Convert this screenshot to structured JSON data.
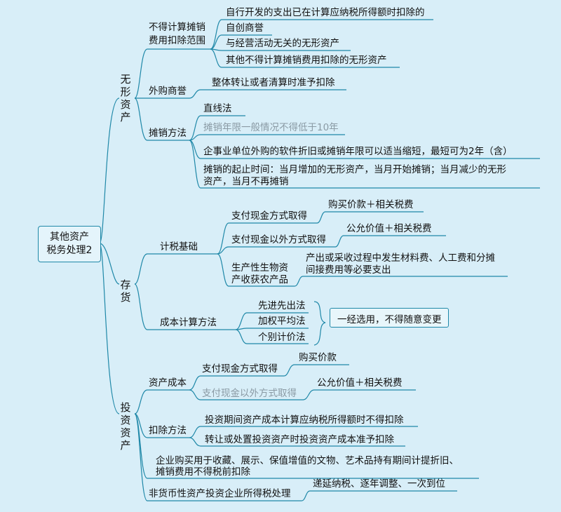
{
  "root": {
    "line1": "其他资产",
    "line2": "税务处理2"
  },
  "branches": {
    "intangible": {
      "label": "无形资产",
      "no_deduct": {
        "label_line1": "不得计算摊销",
        "label_line2": "费用扣除范围",
        "items": [
          "自行开发的支出已在计算应纳税所得额时扣除的",
          "自创商誉",
          "与经营活动无关的无形资产",
          "其他不得计算摊销费用扣除的无形资产"
        ]
      },
      "goodwill": {
        "label": "外购商誉",
        "item": "整体转让或者清算时准予扣除"
      },
      "amort": {
        "label": "摊销方法",
        "items": [
          "直线法",
          "摊销年限一般情况不得低于10年",
          "企事业单位外购的软件折旧或摊销年限可以适当缩短，最短可为2年（含）"
        ],
        "last_line1": "摊销的起止时间：当月增加的无形资产，当月开始摊销；当月减少的无形",
        "last_line2": "资产，当月不再摊销"
      }
    },
    "inventory": {
      "label": "存货",
      "basis": {
        "label": "计税基础",
        "cash": {
          "label": "支付现金方式取得",
          "item": "购买价款＋相关税费"
        },
        "noncash": {
          "label": "支付现金以外方式取得",
          "item": "公允价值＋相关税费"
        },
        "bio": {
          "label_line1": "生产性生物资",
          "label_line2": "产收获农产品",
          "item_line1": "产出或采收过程中发生材料费、人工费和分摊",
          "item_line2": "间接费用等必要支出"
        }
      },
      "cost": {
        "label": "成本计算方法",
        "methods": [
          "先进先出法",
          "加权平均法",
          "个别计价法"
        ],
        "result": "一经选用，不得随意变更"
      }
    },
    "investment": {
      "label": "投资资产",
      "cost": {
        "label": "资产成本",
        "cash": {
          "label": "支付现金方式取得",
          "item": "购买价款"
        },
        "noncash": {
          "label": "支付现金以外方式取得",
          "item": "公允价值＋相关税费"
        }
      },
      "deduct": {
        "label": "扣除方法",
        "items": [
          "投资期间资产成本计算应纳税所得额时不得扣除",
          "转让或处置投资资产时投资资产成本准予扣除"
        ]
      },
      "art_line1": "企业购买用于收藏、展示、保值增值的文物、艺术品持有期间计提折旧、",
      "art_line2": "摊销费用不得税前扣除",
      "nonmonetary": {
        "label": "非货币性资产投资企业所得税处理",
        "item": "递延纳税、逐年调整、一次到位"
      }
    }
  },
  "colors": {
    "line": "#1f88a8",
    "background": "#d8eef8",
    "box_fill": "#e4f4fb"
  }
}
